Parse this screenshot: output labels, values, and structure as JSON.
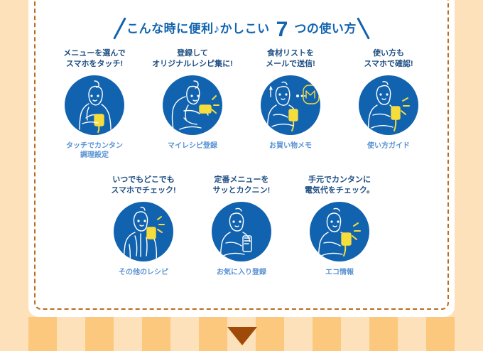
{
  "panel": {
    "title_prefix": "こんな時に便利♪かしこい",
    "title_number": "7",
    "title_suffix": "つの使い方",
    "accent_blue": "#1263af",
    "caption_blue": "#1e4e82",
    "sublabel_blue": "#5a93d4",
    "card_background": "#ffffff",
    "card_border": "#bd6c1c",
    "page_background": "#fce1ba",
    "stripe_light": "#fce1ba",
    "stripe_dark": "#fcc87e",
    "arrow_color": "#a04a0a"
  },
  "rows": [
    {
      "items": [
        {
          "caption_line1": "メニューを選んで",
          "caption_line2": "スマホをタッチ!",
          "sublabel_line1": "タッチでカンタン",
          "sublabel_line2": "調理設定",
          "illustration": "woman-touching-phone-icon"
        },
        {
          "caption_line1": "登録して",
          "caption_line2": "オリジナルレシピ集に!",
          "sublabel_line1": "マイレシピ登録",
          "sublabel_line2": "",
          "illustration": "woman-registering-recipe-icon"
        },
        {
          "caption_line1": "食材リストを",
          "caption_line2": "メールで送信!",
          "sublabel_line1": "お買い物メモ",
          "sublabel_line2": "",
          "illustration": "woman-sending-mail-icon"
        },
        {
          "caption_line1": "使い方も",
          "caption_line2": "スマホで確認!",
          "sublabel_line1": "使い方ガイド",
          "sublabel_line2": "",
          "illustration": "woman-checking-guide-icon"
        }
      ]
    },
    {
      "items": [
        {
          "caption_line1": "いつでもどこでも",
          "caption_line2": "スマホでチェック!",
          "sublabel_line1": "その他のレシピ",
          "sublabel_line2": "",
          "illustration": "person-checking-phone-icon"
        },
        {
          "caption_line1": "定番メニューを",
          "caption_line2": "サッとカクニン!",
          "sublabel_line1": "お気に入り登録",
          "sublabel_line2": "",
          "illustration": "woman-holding-tablet-icon"
        },
        {
          "caption_line1": "手元でカンタンに",
          "caption_line2": "電気代をチェック。",
          "sublabel_line1": "エコ情報",
          "sublabel_line2": "",
          "illustration": "woman-checking-power-icon"
        }
      ]
    }
  ]
}
